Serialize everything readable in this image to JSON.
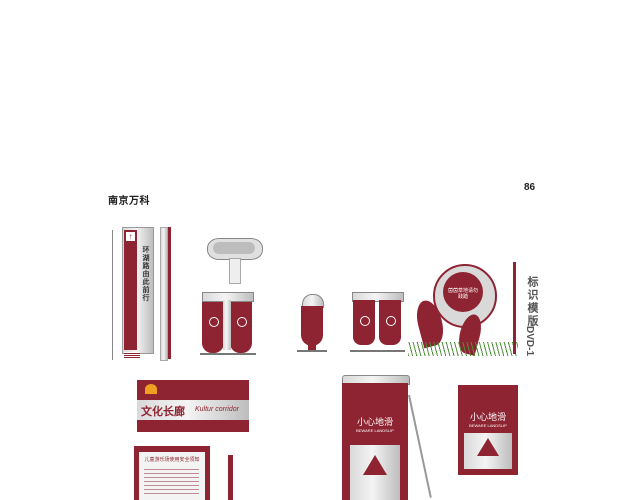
{
  "page": {
    "title": "南京万科",
    "page_number": "86"
  },
  "directional_pylon": {
    "text": "环湖路由此前行",
    "arrow": "↑"
  },
  "template_label": {
    "title": "标识模版",
    "code": "DVD-1"
  },
  "lawn_sign": {
    "message": "茵茵草地请勿践踏"
  },
  "corridor_sign": {
    "chinese": "文化长廊",
    "english": "Kultur corridor"
  },
  "caution_a_frame": {
    "title": "小心地滑",
    "subtitle": "BEWARE LANDSLIP"
  },
  "caution_wall_sign": {
    "title": "小心地滑",
    "subtitle": "BEWARE LANDSLIP"
  },
  "notice_board": {
    "title": "儿童游乐场使用安全须知"
  },
  "colors": {
    "brand_maroon": "#8e2331",
    "silver": "#d9d9d9"
  }
}
